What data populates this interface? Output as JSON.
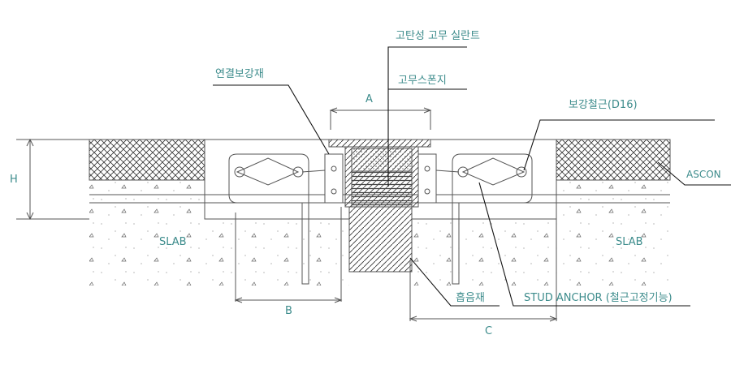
{
  "labels": {
    "sealant": "고탄성 고무 실란트",
    "sponge": "고무스폰지",
    "connector": "연결보강재",
    "rebar": "보강철근(D16)",
    "ascon": "ASCON",
    "slab_left": "SLAB",
    "slab_right": "SLAB",
    "absorber": "흡음재",
    "stud_anchor": "STUD ANCHOR (철근고정기능)"
  },
  "dimensions": {
    "a": "A",
    "b": "B",
    "c": "C",
    "h": "H"
  },
  "colors": {
    "label": "#3d8c8c",
    "line": "#555555",
    "leader": "#111111"
  }
}
